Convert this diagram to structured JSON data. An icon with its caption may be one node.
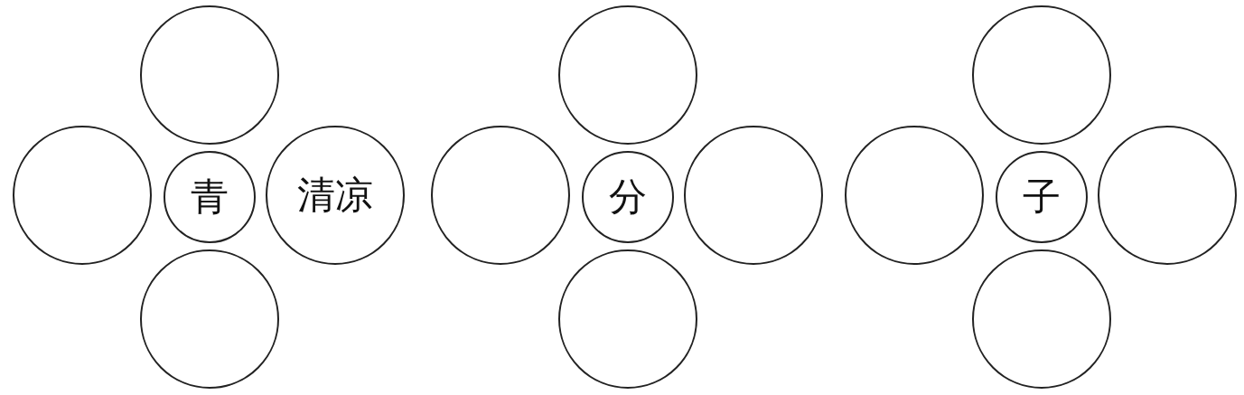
{
  "diagram": {
    "nodes": [
      {
        "text": [],
        "shape": "circle"
      },
      {
        "text": [],
        "shape": "circle"
      },
      {
        "text": [
          "青"
        ]
      },
      {
        "text": [
          "清凉"
        ]
      },
      {
        "text": [],
        "shape": "circle"
      },
      {
        "text": [],
        "shape": "circle"
      },
      {
        "text": [],
        "shape": "circle"
      },
      {
        "text": [
          "分"
        ]
      },
      {
        "text": [],
        "shape": "circle"
      },
      {
        "text": [],
        "shape": "circle"
      },
      {
        "text": [],
        "shape": "circle"
      },
      {
        "text": [],
        "shape": "circle"
      },
      {
        "text": [
          "子"
        ]
      },
      {
        "text": [],
        "shape": "circle"
      },
      {
        "text": [],
        "shape": "circle"
      }
    ]
  }
}
